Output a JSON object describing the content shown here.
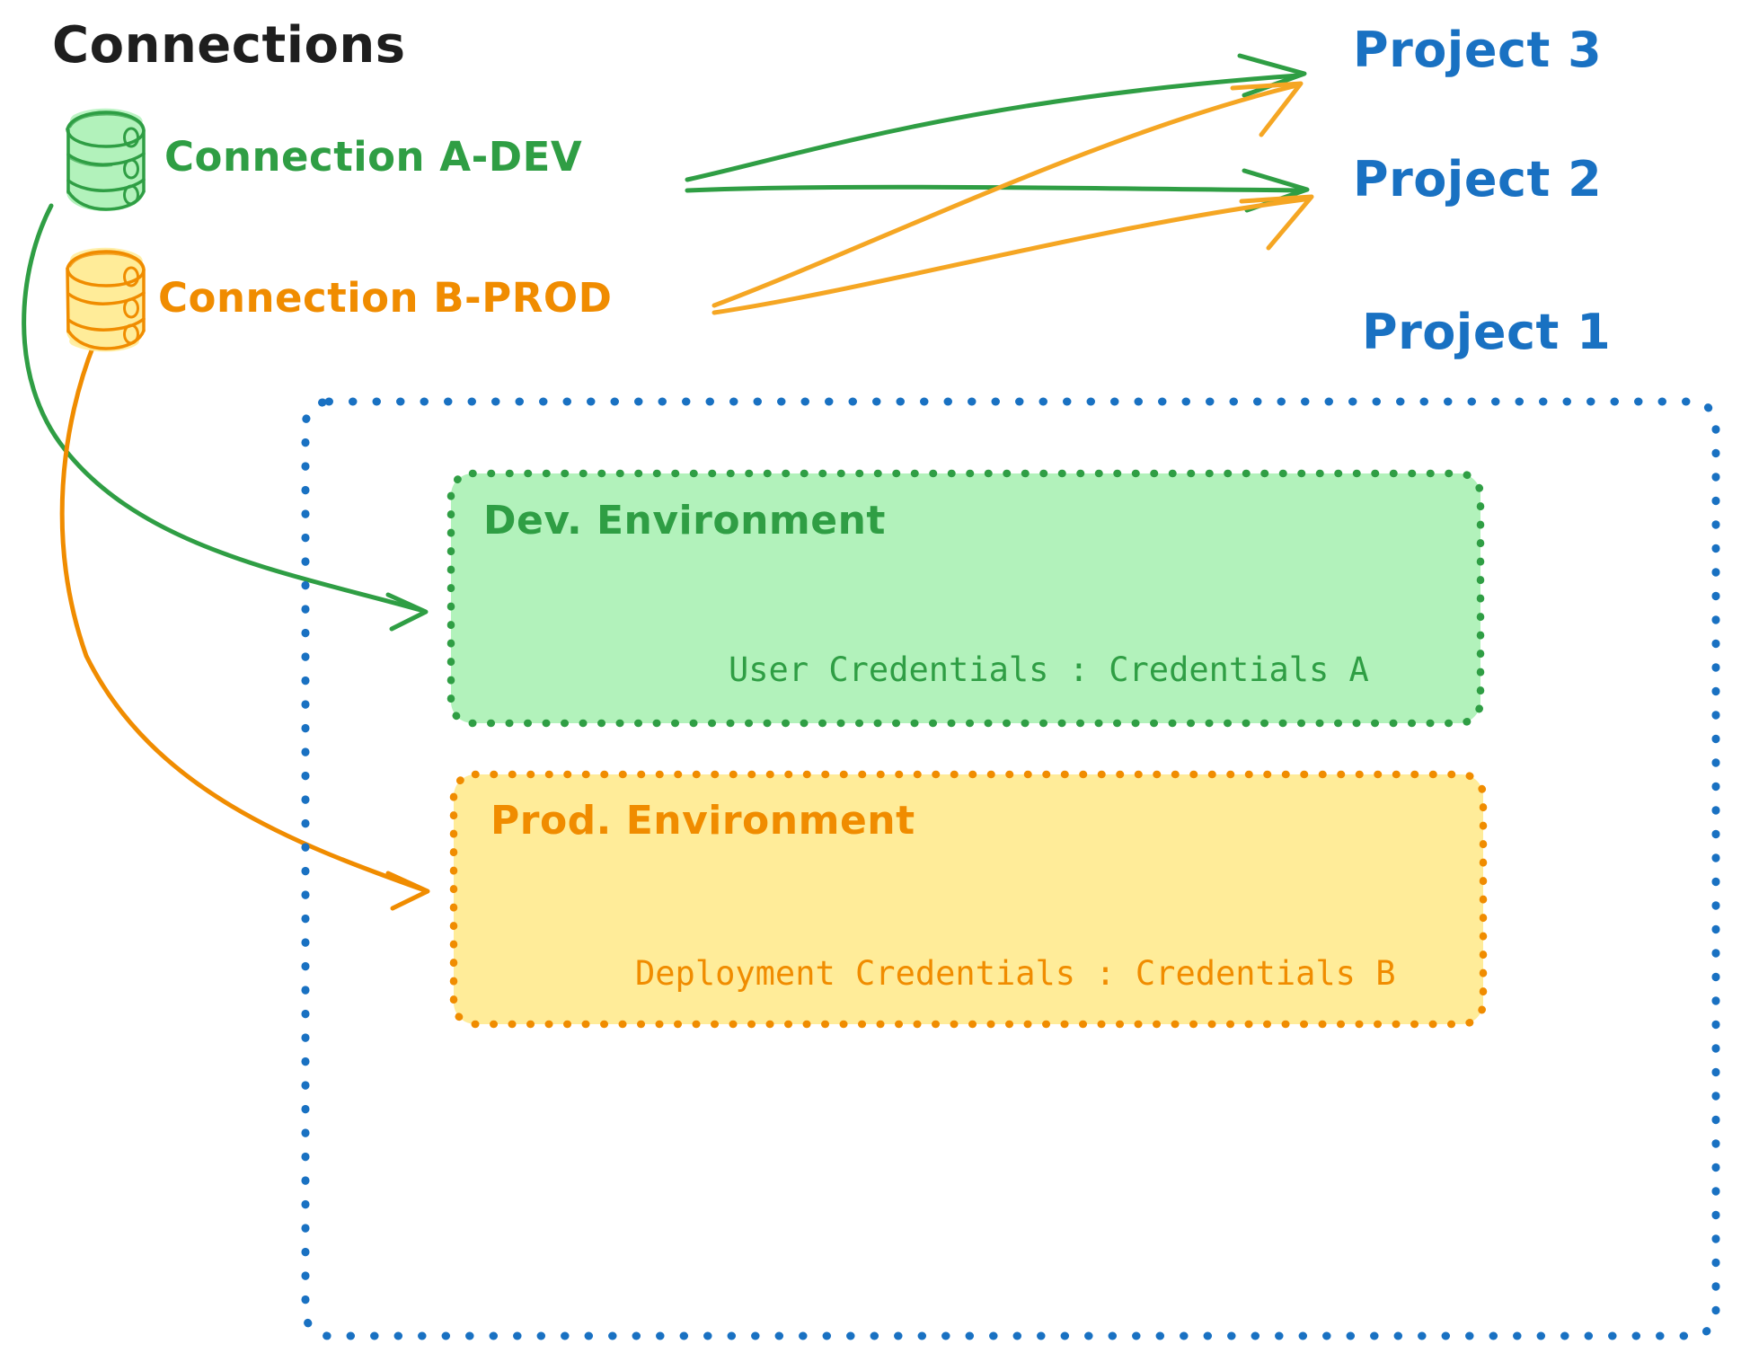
{
  "diagram": {
    "title": "Connections",
    "title_color": "#1e1e1e",
    "colors": {
      "green_stroke": "#2f9e44",
      "green_fill": "#b2f2bb",
      "orange_stroke": "#f08c00",
      "orange_fill": "#ffec99",
      "blue_stroke": "#1971c2",
      "arrow_green": "#2f9e44",
      "arrow_orange": "#f5a623",
      "background": "#ffffff"
    },
    "connections": [
      {
        "id": "connection-a-dev",
        "label": "Connection A-DEV",
        "icon": "database-icon",
        "color": "#2f9e44"
      },
      {
        "id": "connection-b-prod",
        "label": "Connection B-PROD",
        "icon": "database-icon",
        "color": "#f08c00"
      }
    ],
    "projects": [
      {
        "id": "project-3",
        "label": "Project 3",
        "color": "#1971c2"
      },
      {
        "id": "project-2",
        "label": "Project 2",
        "color": "#1971c2"
      },
      {
        "id": "project-1",
        "label": "Project 1",
        "color": "#1971c2"
      }
    ],
    "project1_container": {
      "label": "Project 1",
      "border_color": "#1971c2",
      "environments": [
        {
          "id": "dev-environment",
          "title": "Dev. Environment",
          "credentials_label": "User Credentials : Credentials A",
          "credentials_key": "User Credentials",
          "credentials_value": "Credentials A",
          "border_color": "#2f9e44",
          "fill_color": "#b2f2bb",
          "text_color": "#2f9e44"
        },
        {
          "id": "prod-environment",
          "title": "Prod. Environment",
          "credentials_label": "Deployment Credentials : Credentials B",
          "credentials_key": "Deployment Credentials",
          "credentials_value": "Credentials B",
          "border_color": "#f08c00",
          "fill_color": "#ffec99",
          "text_color": "#f08c00"
        }
      ]
    },
    "edges": [
      {
        "id": "edge-a-dev-to-project-3",
        "from": "connection-a-dev",
        "to": "project-3",
        "color": "#2f9e44"
      },
      {
        "id": "edge-a-dev-to-project-2",
        "from": "connection-a-dev",
        "to": "project-2",
        "color": "#2f9e44"
      },
      {
        "id": "edge-a-dev-to-dev-environment",
        "from": "connection-a-dev",
        "to": "dev-environment",
        "color": "#2f9e44"
      },
      {
        "id": "edge-b-prod-to-project-3",
        "from": "connection-b-prod",
        "to": "project-3",
        "color": "#f5a623"
      },
      {
        "id": "edge-b-prod-to-project-2",
        "from": "connection-b-prod",
        "to": "project-2",
        "color": "#f5a623"
      },
      {
        "id": "edge-b-prod-to-prod-environment",
        "from": "connection-b-prod",
        "to": "prod-environment",
        "color": "#f08c00"
      }
    ]
  }
}
